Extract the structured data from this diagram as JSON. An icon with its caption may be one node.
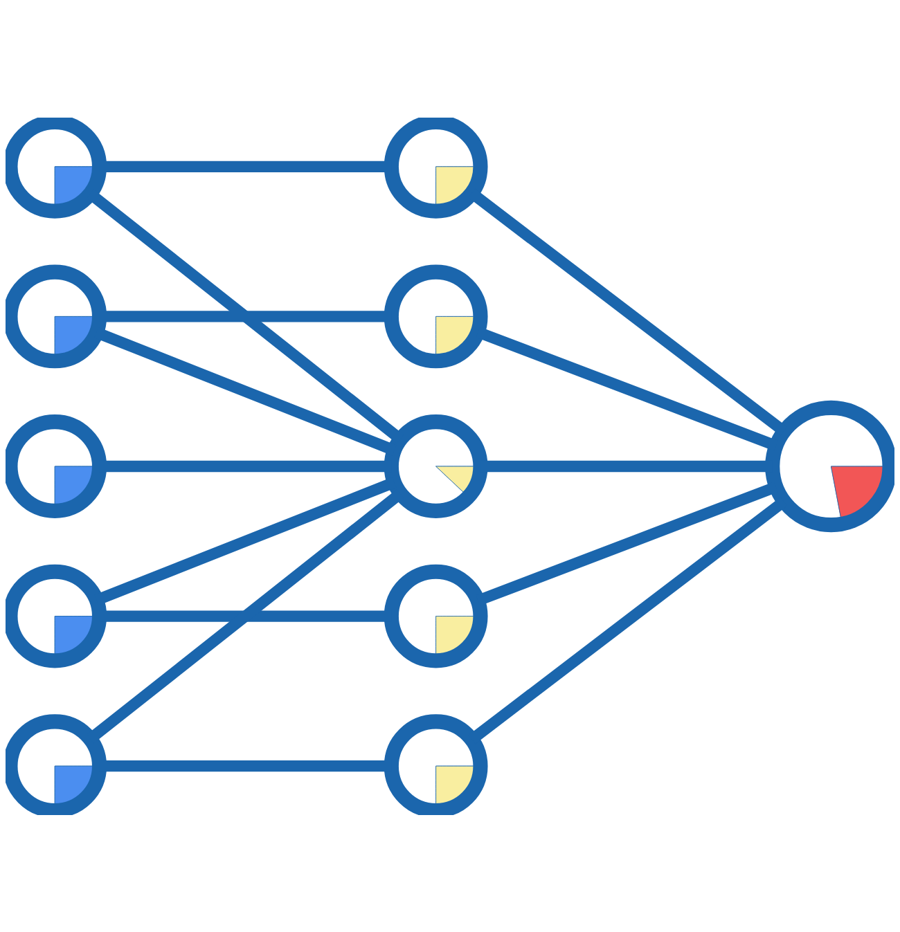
{
  "diagram": {
    "nodes": [
      {
        "text": [],
        "shape": "circle"
      },
      {
        "text": [],
        "shape": "circle"
      },
      {
        "text": [],
        "shape": "circle"
      },
      {
        "text": [],
        "shape": "circle"
      },
      {
        "text": [],
        "shape": "circle"
      },
      {
        "text": [],
        "shape": "circle"
      },
      {
        "text": [],
        "shape": "circle"
      },
      {
        "text": [],
        "shape": "circle"
      },
      {
        "text": [],
        "shape": "circle"
      },
      {
        "text": [],
        "shape": "circle"
      },
      {
        "text": [],
        "shape": "circle"
      }
    ],
    "edges": [
      {
        "from": 0,
        "to": 5,
        "arrow": "none"
      },
      {
        "from": 0,
        "to": 7,
        "arrow": "none"
      },
      {
        "from": 1,
        "to": 6,
        "arrow": "none"
      },
      {
        "from": 1,
        "to": 7,
        "arrow": "none"
      },
      {
        "from": 2,
        "to": 7,
        "arrow": "none"
      },
      {
        "from": 3,
        "to": 7,
        "arrow": "none"
      },
      {
        "from": 3,
        "to": 8,
        "arrow": "none"
      },
      {
        "from": 4,
        "to": 7,
        "arrow": "none"
      },
      {
        "from": 4,
        "to": 9,
        "arrow": "none"
      },
      {
        "from": 5,
        "to": 10,
        "arrow": "none"
      },
      {
        "from": 6,
        "to": 10,
        "arrow": "none"
      },
      {
        "from": 7,
        "to": 10,
        "arrow": "none"
      },
      {
        "from": 8,
        "to": 10,
        "arrow": "none"
      },
      {
        "from": 9,
        "to": 10,
        "arrow": "none"
      }
    ]
  }
}
